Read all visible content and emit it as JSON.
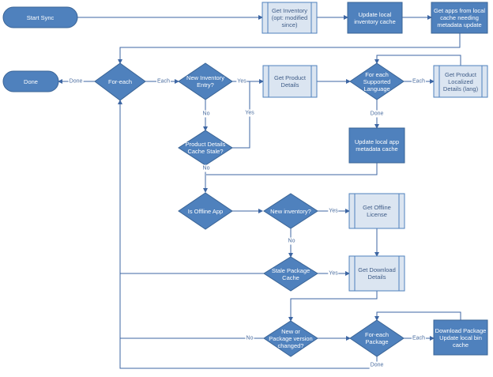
{
  "colors": {
    "shape_fill": "#4f81bd",
    "shape_stroke": "#3a6496",
    "process_fill": "#dbe5f1",
    "edge": "#3d66a3",
    "edge_label": "#4a6da0"
  },
  "nodes": {
    "start_sync": "Start Sync",
    "done_terminal": "Done",
    "get_inventory": "Get Inventory\n(opt: modified\nsince)",
    "update_inventory_cache": "Update local\ninventory cache",
    "get_apps_from_cache": "Get apps from local\ncache needing\nmetadata update",
    "foreach_apps": "For-each",
    "new_inventory_entry": "New Inventory\nEntry?",
    "get_product_details": "Get Product\nDetails",
    "foreach_languages": "For each\nSupported\nLanguage",
    "get_localized_details": "Get Product\nLocalized\nDetails (lang)",
    "update_app_metadata_cache": "Update local app\nmetadata cache",
    "product_details_stale": "Product Details\nCache Stale?",
    "is_offline_app": "Is Offline App",
    "new_inventory_q": "New inventory?",
    "get_offline_license": "Get Offline\nLicense",
    "stale_package_cache": "Stale Package\nCache",
    "get_download_details": "Get Download\nDetails",
    "new_package_version": "New or\nPackage version\nchanged?",
    "foreach_package": "For-each\nPackage",
    "download_package": "Download Package\nUpdate local bin\ncache"
  },
  "edge_labels": {
    "done_to_terminal": "Done",
    "each_apps": "Each",
    "yes_new_entry": "Yes",
    "no_new_entry": "No",
    "yes_stale": "Yes",
    "no_stale": "No",
    "each_lang": "Each",
    "done_lang": "Done",
    "yes_new_inventory": "Yes",
    "no_new_inventory": "No",
    "yes_stale_pkg": "Yes",
    "no_new_pkg": "No",
    "each_pkg": "Each",
    "done_pkg": "Done"
  }
}
